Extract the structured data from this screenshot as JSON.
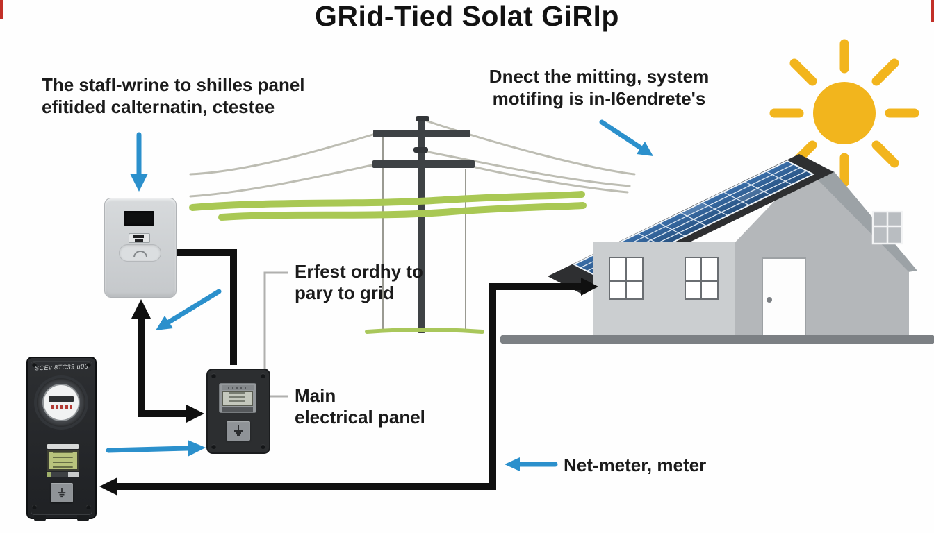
{
  "title": "GRid-Tied Solat GiRlp",
  "captions": {
    "inverter_note_line1": "The stafl-wrine to shilles panel",
    "inverter_note_line2": "efitided calternatin, ctestee",
    "metering_note_line1": "Dnect the mitting, system",
    "metering_note_line2": "motifing is in-l6endrete's",
    "grid_feed_line1": "Erfest ordhy to",
    "grid_feed_line2": "pary to grid",
    "main_panel_line1": "Main",
    "main_panel_line2": "electrical panel",
    "net_meter": "Net-meter, meter"
  },
  "devices": {
    "utility_meter_label": "SCEv 8TC39 u03"
  },
  "colors": {
    "arrow_blue": "#2b90cc",
    "flow_black": "#101010",
    "grid_green": "#a9c854",
    "sun_yellow": "#f2b51d",
    "solar_panel_blue": "#2c5f97",
    "house_wall": "#cbced0",
    "roof_dark": "#2e2f31",
    "road_gray": "#7c8084"
  }
}
